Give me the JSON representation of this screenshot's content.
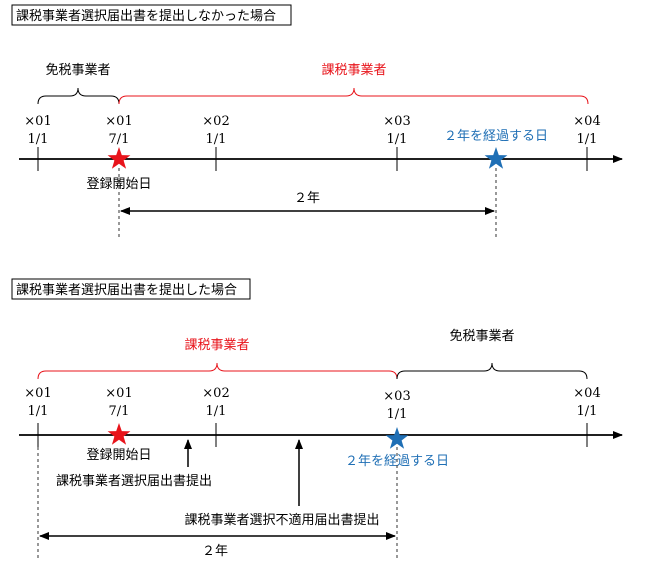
{
  "diagrams": [
    {
      "heading": "課税事業者選択届出書を提出しなかった場合",
      "top_periods": [
        {
          "label": "免税事業者",
          "color": "#000000"
        },
        {
          "label": "課税事業者",
          "color": "#e8141b"
        }
      ],
      "ticks": [
        {
          "year": "×01",
          "date": "1/1"
        },
        {
          "year": "×01",
          "date": "7/1"
        },
        {
          "year": "×02",
          "date": "1/1"
        },
        {
          "year": "×03",
          "date": "1/1"
        },
        {
          "year": "×04",
          "date": "1/1"
        }
      ],
      "markers": [
        {
          "label": "登録開始日",
          "color": "#e8141b"
        },
        {
          "label": "２年を経過する日",
          "color": "#1f6fb5"
        }
      ],
      "span_label": "２年"
    },
    {
      "heading": "課税事業者選択届出書を提出した場合",
      "top_periods": [
        {
          "label": "課税事業者",
          "color": "#e8141b"
        },
        {
          "label": "免税事業者",
          "color": "#000000"
        }
      ],
      "ticks": [
        {
          "year": "×01",
          "date": "1/1"
        },
        {
          "year": "×01",
          "date": "7/1"
        },
        {
          "year": "×02",
          "date": "1/1"
        },
        {
          "year": "×03",
          "date": "1/1"
        },
        {
          "year": "×04",
          "date": "1/1"
        }
      ],
      "markers": [
        {
          "label": "登録開始日",
          "color": "#e8141b"
        },
        {
          "label": "２年を経過する日",
          "color": "#1f6fb5"
        }
      ],
      "events": [
        {
          "label": "課税事業者選択届出書提出"
        },
        {
          "label": "課税事業者選択不適用届出書提出"
        }
      ],
      "span_label": "２年"
    }
  ]
}
